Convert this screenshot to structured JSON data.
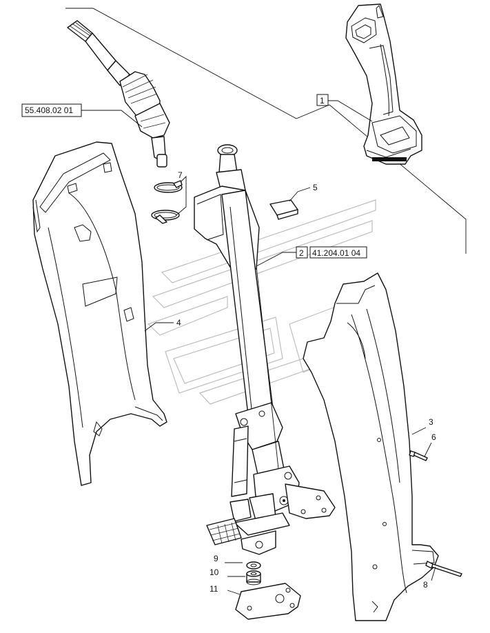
{
  "references": {
    "ref_1": "55.408.02 01",
    "ref_2": "41.204.01 04"
  },
  "callouts": {
    "c1": "1",
    "c2": "2",
    "c3": "3",
    "c4": "4",
    "c5": "5",
    "c6": "6",
    "c7": "7",
    "c8": "8",
    "c9": "9",
    "c10": "10",
    "c11": "11"
  }
}
